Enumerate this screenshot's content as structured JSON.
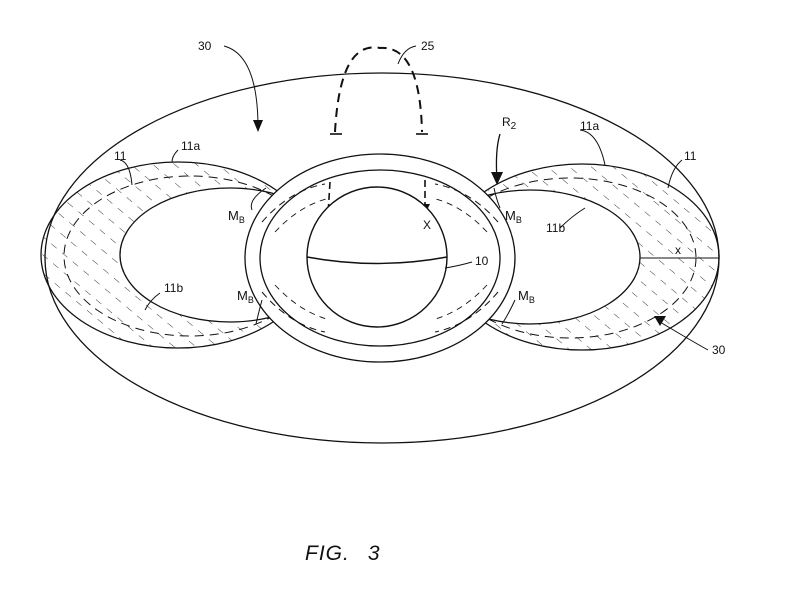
{
  "figure": {
    "caption_prefix": "FIG.",
    "caption_number": "3"
  },
  "labels": {
    "ref_30_top": "30",
    "ref_30_right": "30",
    "ref_25": "25",
    "ref_r2_main": "R",
    "ref_r2_sub": "2",
    "ref_11a_left": "11a",
    "ref_11a_right": "11a",
    "ref_11_left": "11",
    "ref_11_right": "11",
    "ref_11b_upper_right": "11b",
    "ref_11b_lower_left": "11b",
    "ref_10": "10",
    "ref_x_sphere": "X",
    "ref_x_right": "x",
    "mb_main": "M",
    "mb_sub": "B"
  },
  "colors": {
    "ink": "#111111",
    "paper": "#ffffff"
  }
}
